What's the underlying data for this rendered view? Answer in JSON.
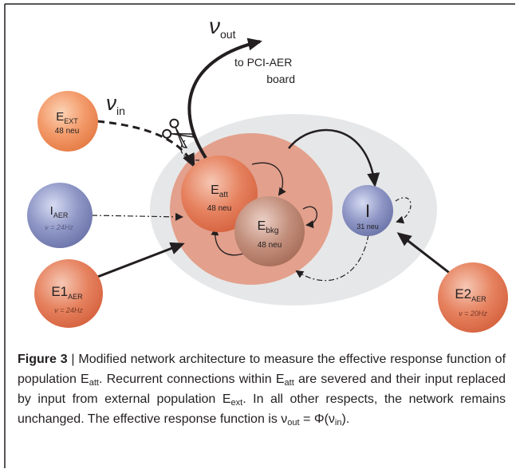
{
  "nodes": {
    "e_ext": {
      "name": "E",
      "sub": "EXT",
      "count": "48 neu"
    },
    "i_aer": {
      "name": "I",
      "sub": "AER",
      "rate": "ν = 24Hz"
    },
    "e1_aer": {
      "name": "E1",
      "sub": "AER",
      "rate": "ν = 24Hz"
    },
    "e_att": {
      "name": "E",
      "sub": "att",
      "count": "48 neu"
    },
    "e_bkg": {
      "name": "E",
      "sub": "bkg",
      "count": "48 neu"
    },
    "i": {
      "name": "I",
      "count": "31 neu"
    },
    "e2_aer": {
      "name": "E2",
      "sub": "AER",
      "rate": "ν = 20Hz"
    }
  },
  "labels": {
    "v_out_symbol": "ν",
    "v_out_sub": "out",
    "v_in_symbol": "ν",
    "v_in_sub": "in",
    "board_line1": "to PCI-AER",
    "board_line2": "board"
  },
  "caption": {
    "figure_label": "Figure 3",
    "separator": " | ",
    "s1": "Modified network architecture to measure the effective response function of population E",
    "s1_sub": "att",
    "s2": ". Recurrent connections within E",
    "s2_sub": "att",
    "s3": " are severed and their input replaced by input from external population E",
    "s3_sub": "ext",
    "s4": ". In all other respects, the network remains unchanged. The effective response function is ν",
    "s4_sub": "out",
    "s5": " = Φ(ν",
    "s5_sub": "in",
    "s6": ")."
  },
  "colors": {
    "frame_line": "#231f20",
    "outer_ellipse": "#e6e7e8",
    "inner_ellipse": "#e3a08c",
    "orange_node": "#ee8f5e",
    "red_node": "#e07250",
    "blue_node": "#7a83b4",
    "brown_node": "#b57a66",
    "arrow": "#231f20"
  }
}
